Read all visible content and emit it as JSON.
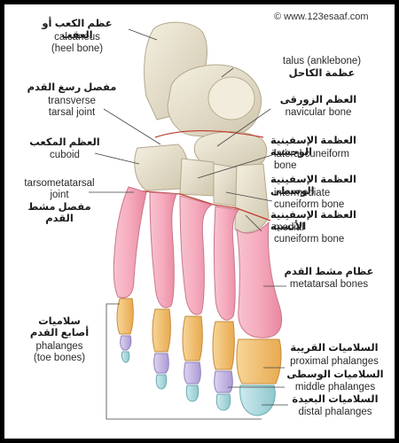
{
  "credit": "© www.123esaaf.com",
  "labels": {
    "calcaneus_ar": "عظم الكعب أو العقب",
    "calcaneus_en": "calcaneus\n(heel bone)",
    "talus_en": "talus (anklebone)",
    "talus_ar": "عظمة الكاحل",
    "transverse_ar": "مفصل رسغ القدم",
    "transverse_en": "transverse\ntarsal joint",
    "navicular_ar": "العظم الزورقى",
    "navicular_en": "navicular bone",
    "cuboid_ar": "العظم المكعب",
    "cuboid_en": "cuboid",
    "lateral_ar": "العظمة الإسفينية الوحشية",
    "lateral_en": "lateral cuneiform\nbone",
    "tmt_en": "tarsometatarsal\njoint",
    "tmt_ar": "مفصل مشط القدم",
    "intermediate_ar": "العظمة الإسفينية الوسطى",
    "intermediate_en": "intermediate\ncuneiform bone",
    "medial_ar": "العظمة الإسفينية الأنسية",
    "medial_en": "medial\ncuneiform bone",
    "metatarsal_ar": "عظام مشط القدم",
    "metatarsal_en": "metatarsal bones",
    "phalanges_ar": "سلاميات\nأصابع القدم",
    "phalanges_en": "phalanges\n(toe bones)",
    "proximal_ar": "السلاميات القريبة",
    "proximal_en": "proximal phalanges",
    "middle_ar": "السلاميات الوسطى",
    "middle_en": "middle phalanges",
    "distal_ar": "السلاميات البعيدة",
    "distal_en": "distal phalanges"
  },
  "colors": {
    "tarsal_bone": "#e4dcc6",
    "metatarsal": "#f2a6ba",
    "proximal_phalanx": "#f2c276",
    "middle_phalanx": "#c7b8e6",
    "distal_phalanx": "#a8d9de",
    "joint_line": "#c0392b",
    "leader_line": "#444444",
    "frame": "#000000"
  }
}
